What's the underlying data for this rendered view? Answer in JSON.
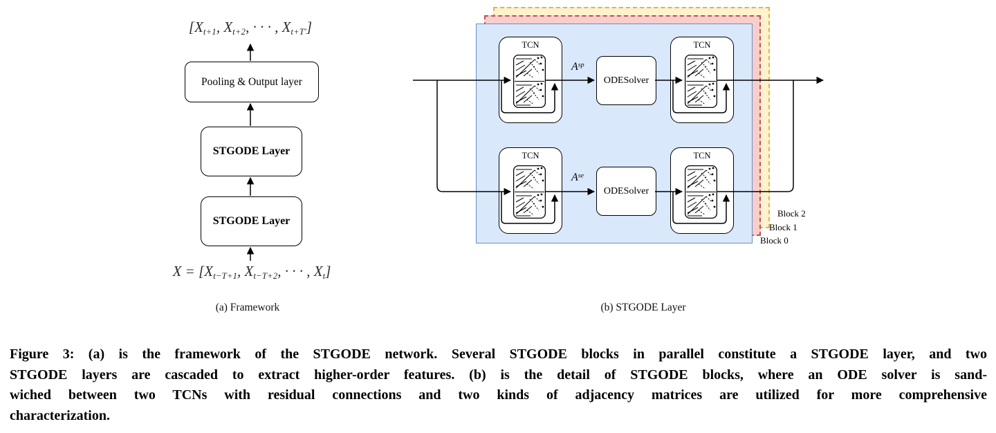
{
  "panel_a": {
    "output_formula": [
      "[X",
      "t+1",
      ", X",
      "t+2",
      ", · · · , X",
      "t+T′",
      "]"
    ],
    "boxes": {
      "pooling": "Pooling & Output layer",
      "stgode1": "STGODE Layer",
      "stgode2": "STGODE Layer"
    },
    "input_formula": [
      "X = [X",
      "t−T+1",
      ", X",
      "t−T+2",
      ", · · · , X",
      "t",
      "]"
    ],
    "caption": "(a) Framework"
  },
  "panel_b": {
    "tcn_label": "TCN",
    "ode_label": "ODESolver",
    "adj_sp": [
      "A",
      "sp"
    ],
    "adj_se": [
      "A",
      "se"
    ],
    "blocks": [
      "Block 2",
      "Block 1",
      "Block 0"
    ],
    "caption": "(b) STGODE Layer",
    "colors": {
      "block0_fill": "#dae8fc",
      "block0_border": "#6c8ebf",
      "block1_fill": "#f8cecc",
      "block1_border": "#b85450",
      "block2_fill": "#fff2cc",
      "block2_border": "#d6b656"
    }
  },
  "figure_caption": {
    "lines": [
      "Figure 3: (a) is the framework of the STGODE network. Several STGODE blocks in parallel constitute a STGODE layer, and two",
      "STGODE layers are cascaded to extract higher-order features. (b) is the detail of STGODE blocks, where an ODE solver is sand-",
      "wiched between two TCNs with residual connections and two kinds of adjacency matrices are utilized for more comprehensive",
      "characterization."
    ]
  }
}
